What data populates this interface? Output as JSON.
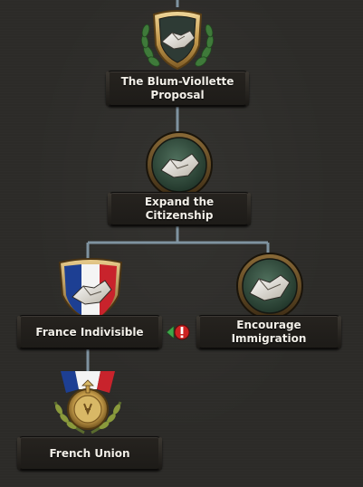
{
  "focus_tree": {
    "nodes": [
      {
        "id": "blum_viollette",
        "title": "The Blum-Viollette Proposal",
        "icon": "handshake-laurel-icon"
      },
      {
        "id": "expand_citizenship",
        "title": "Expand the Citizenship",
        "icon": "handshake-icon"
      },
      {
        "id": "france_indivisible",
        "title": "France Indivisible",
        "icon": "handshake-flag-icon"
      },
      {
        "id": "encourage_immigration",
        "title": "Encourage Immigration",
        "icon": "handshake-icon"
      },
      {
        "id": "french_union",
        "title": "French Union",
        "icon": "french-coat-of-arms-icon"
      }
    ],
    "mutually_exclusive": {
      "between": [
        "france_indivisible",
        "encourage_immigration"
      ],
      "icon": "mutually-exclusive-icon"
    }
  },
  "colors": {
    "connector": "#7f93a0",
    "frame_gold": "#c9a35a",
    "icon_green": "#2f4a3c",
    "flag_blue": "#1d3f93",
    "flag_white": "#f4f4f4",
    "flag_red": "#c8232c",
    "exclusive_green": "#3fa64a",
    "exclusive_red": "#cc2222"
  }
}
